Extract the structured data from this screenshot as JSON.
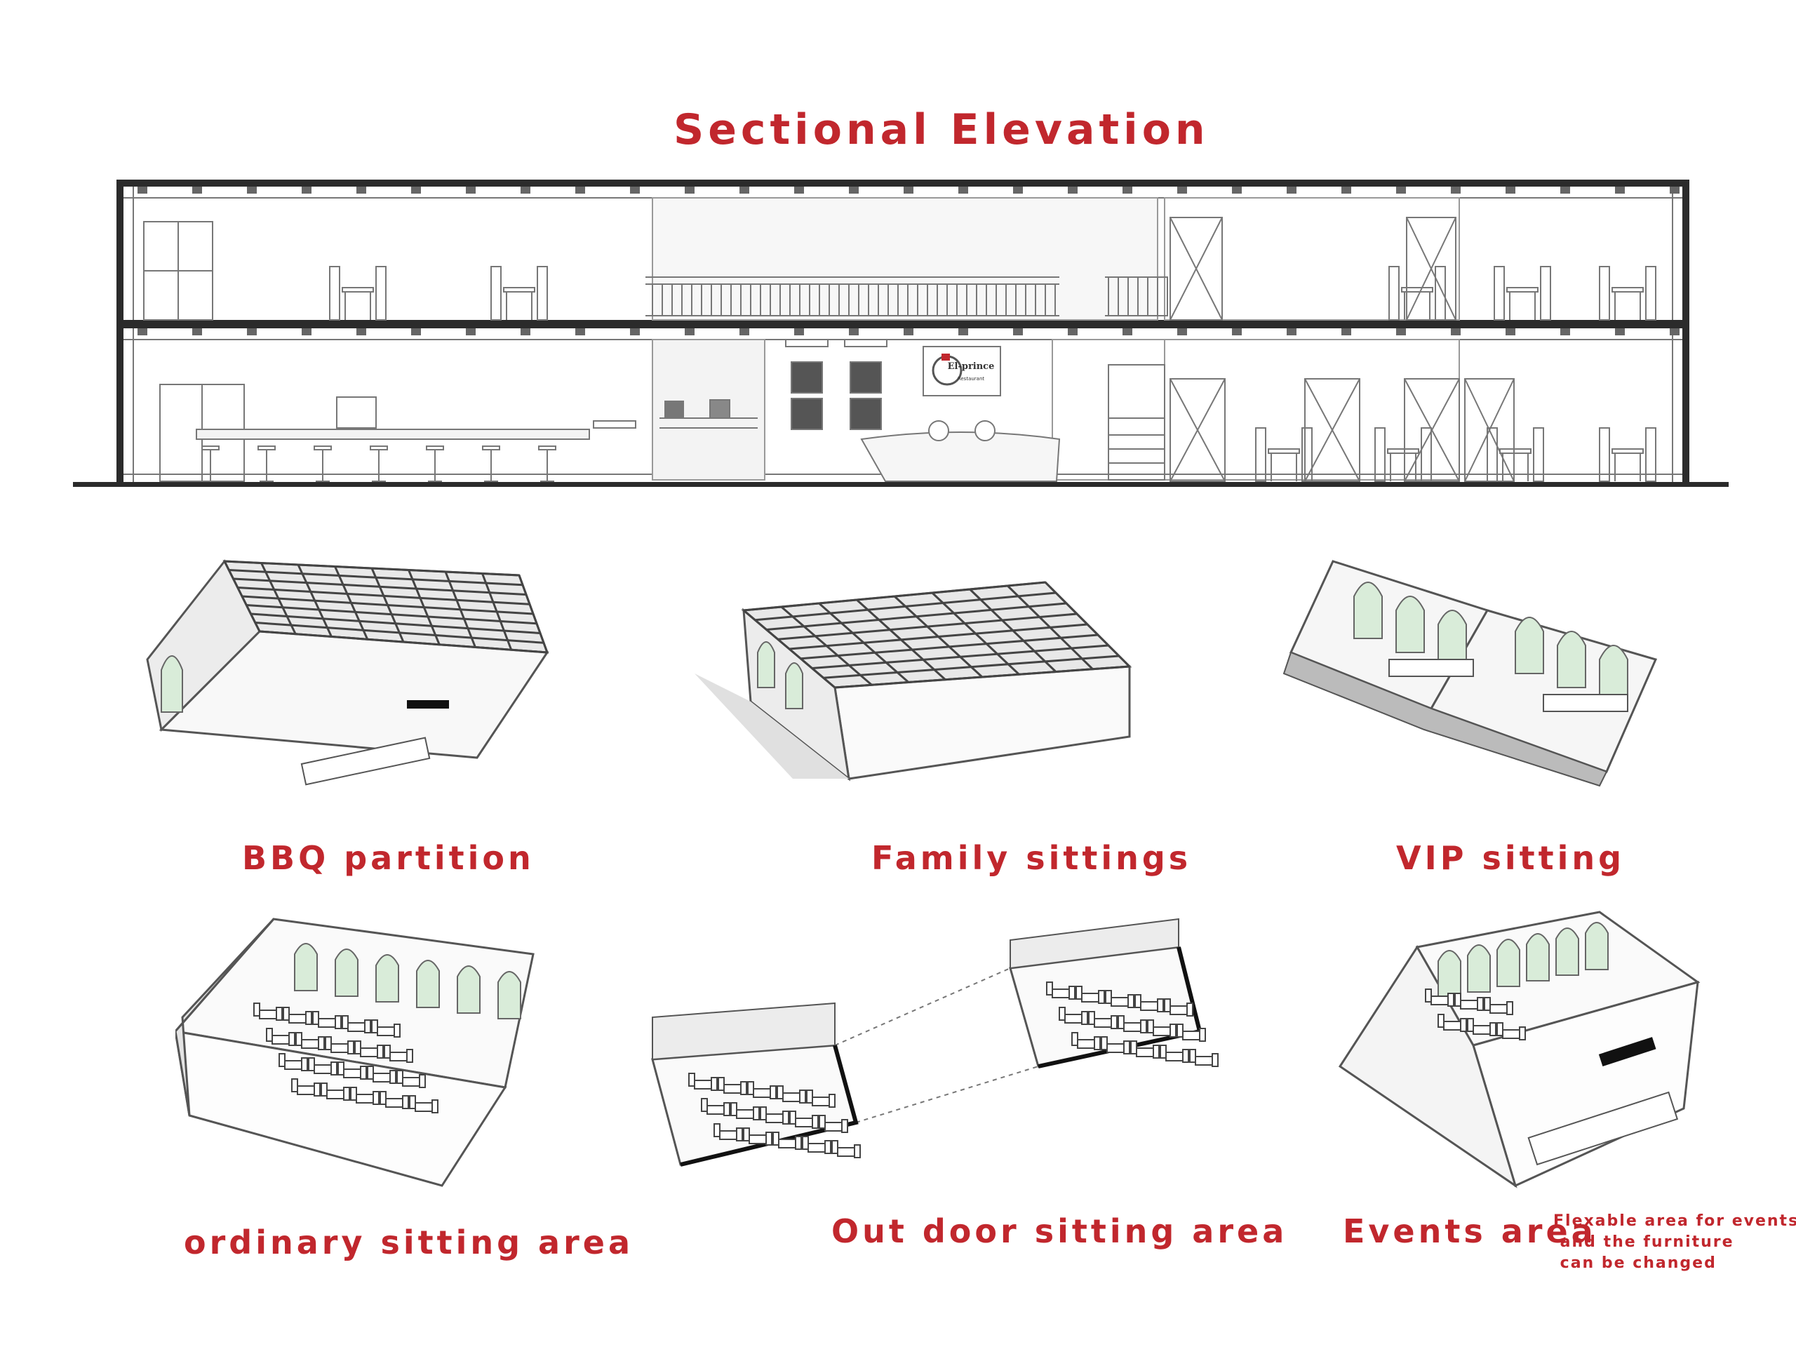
{
  "title": "Sectional Elevation",
  "sign": {
    "text": "El-prince",
    "subtext": "Restaurant"
  },
  "captions": {
    "bbq": "BBQ partition",
    "family": "Family sittings",
    "vip": "VIP sitting",
    "ordinary": "ordinary sitting area",
    "outdoor": "Out door sitting area",
    "events": "Events area"
  },
  "events_note": "Flexable area for events\n and the furniture\n can be changed",
  "colors": {
    "title": "#c1272d",
    "line": "#2b2b2b",
    "window_glass": "#d9ecd9",
    "shade": "#e2e2e2"
  }
}
